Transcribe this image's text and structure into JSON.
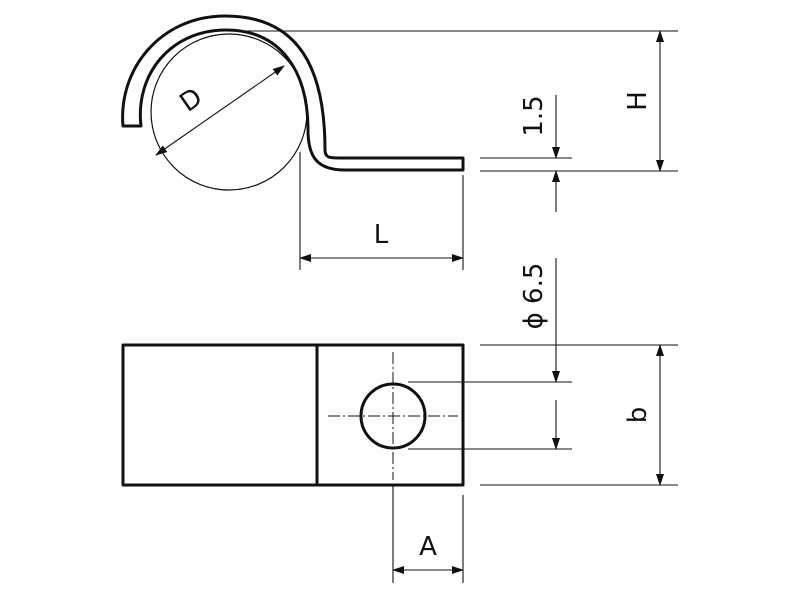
{
  "labels": {
    "diameter": "D",
    "length": "L",
    "thickness": "1.5",
    "height": "H",
    "hole": "ϕ 6.5",
    "width": "b",
    "hole_offset": "A"
  }
}
